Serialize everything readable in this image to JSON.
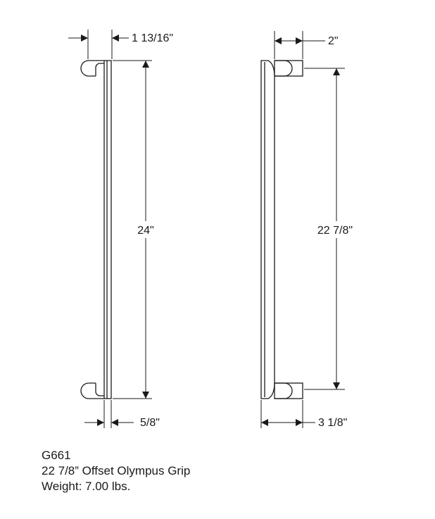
{
  "dimensions": {
    "left_top_width": "1 13/16\"",
    "left_height": "24\"",
    "left_bottom_width": "5/8\"",
    "right_top_width": "2\"",
    "right_height": "22 7/8\"",
    "right_bottom_width": "3 1/8\""
  },
  "caption": {
    "model": "G661",
    "name": "22 7/8” Offset Olympus Grip",
    "weight": "Weight: 7.00 lbs."
  },
  "colors": {
    "line": "#1a1a1a",
    "background": "#ffffff"
  }
}
